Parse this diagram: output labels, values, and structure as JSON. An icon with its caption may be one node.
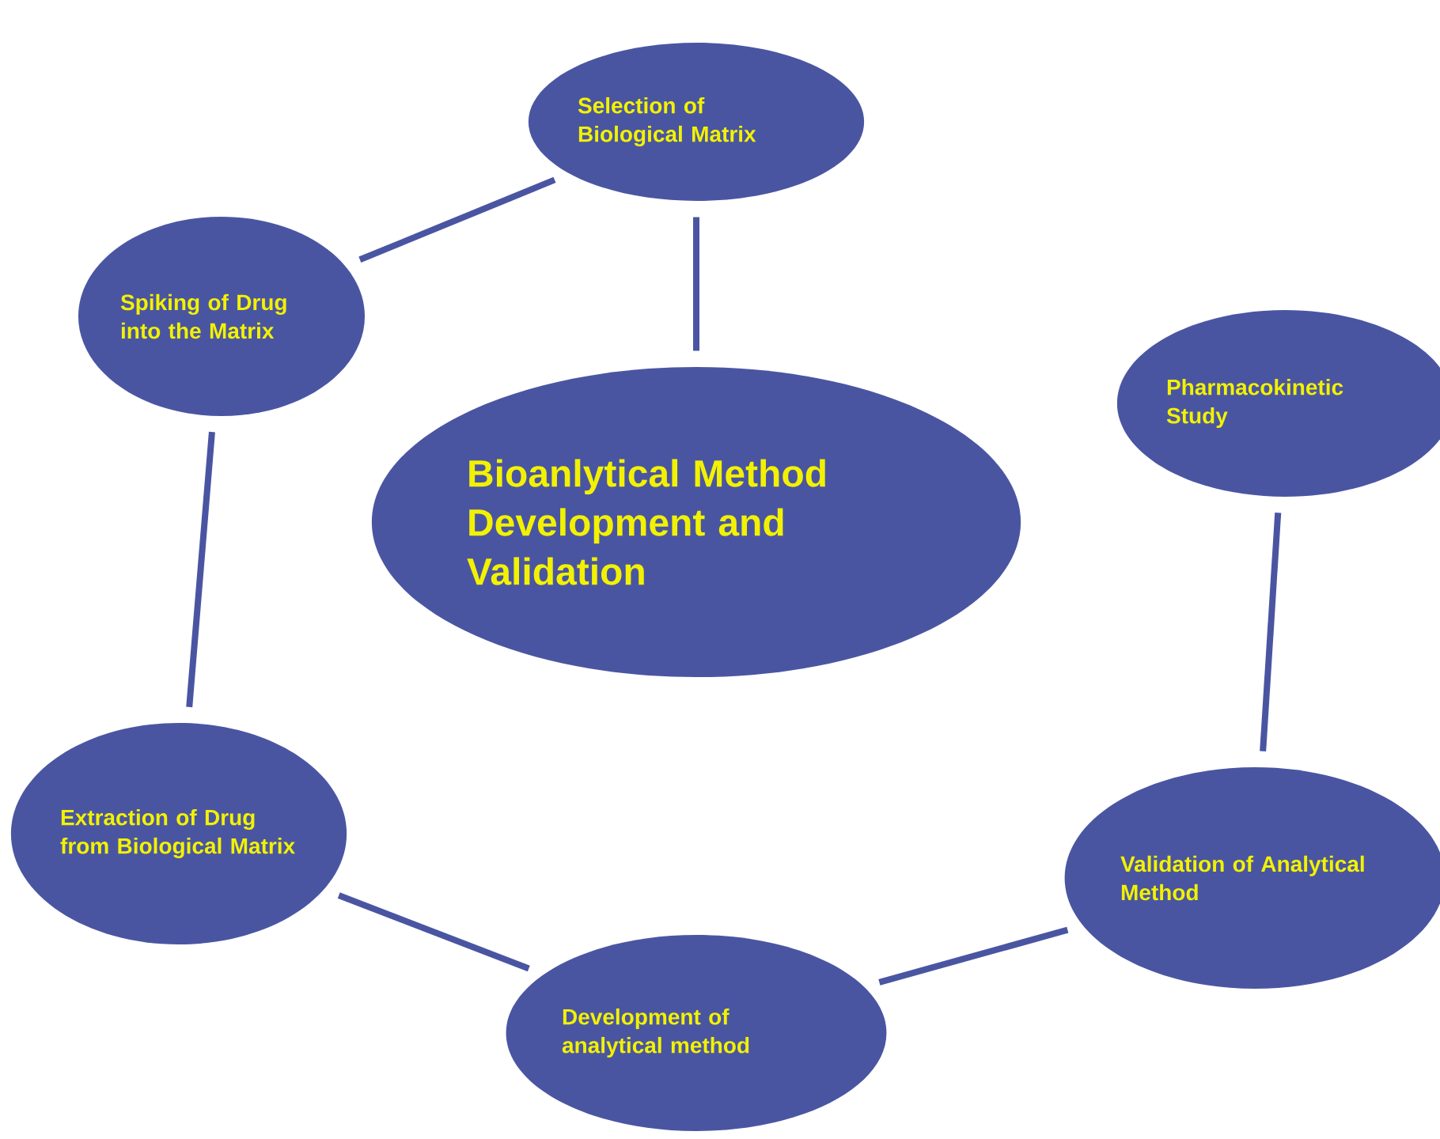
{
  "diagram": {
    "nodes": [
      {
        "text": [
          "Selection of Biological Matrix"
        ]
      },
      {
        "text": [
          "Spiking of Drug into the Matrix"
        ]
      },
      {
        "text": [
          "Pharmacokinetic Study"
        ]
      },
      {
        "text": [
          "Bioanlytical Method Development and Validation"
        ]
      },
      {
        "text": [
          "Extraction of Drug from Biological Matrix"
        ]
      },
      {
        "text": [
          "Validation of Analytical Method"
        ]
      },
      {
        "text": [
          "Development of analytical method"
        ]
      }
    ],
    "edges": [
      {
        "from": 0,
        "to": 1,
        "arrow": "none"
      },
      {
        "from": 0,
        "to": 3,
        "arrow": "none"
      },
      {
        "from": 1,
        "to": 4,
        "arrow": "none"
      },
      {
        "from": 2,
        "to": 5,
        "arrow": "none"
      },
      {
        "from": 4,
        "to": 6,
        "arrow": "none"
      },
      {
        "from": 6,
        "to": 5,
        "arrow": "none"
      }
    ]
  }
}
